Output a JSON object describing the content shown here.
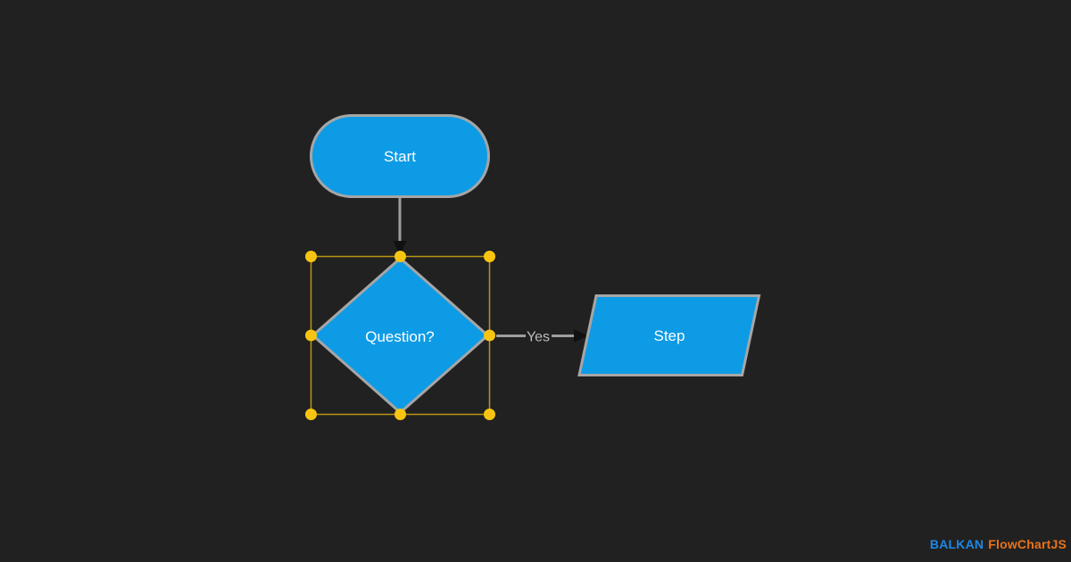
{
  "canvas": {
    "background": "#212121"
  },
  "colors": {
    "background": "#212121",
    "node_fill": "#0d9be5",
    "node_border": "#a6a6a6",
    "node_text": "#ffffff",
    "connector": "#9e9e9e",
    "arrowhead": "#111111",
    "selection_line": "#ba9614",
    "selection_handle": "#f7c511",
    "edge_label": "#bdbdbd",
    "logo_brand": "#1e88e5",
    "logo_product": "#e8731a"
  },
  "nodes": {
    "start": {
      "label": "Start",
      "shape": "stadium"
    },
    "question": {
      "label": "Question?",
      "shape": "decision-diamond",
      "selected": true
    },
    "step": {
      "label": "Step",
      "shape": "parallelogram"
    }
  },
  "edges": {
    "start_to_question": {
      "label": ""
    },
    "question_to_step": {
      "label": "Yes"
    }
  },
  "logo": {
    "brand": "BALKAN",
    "product": "FlowChartJS"
  }
}
